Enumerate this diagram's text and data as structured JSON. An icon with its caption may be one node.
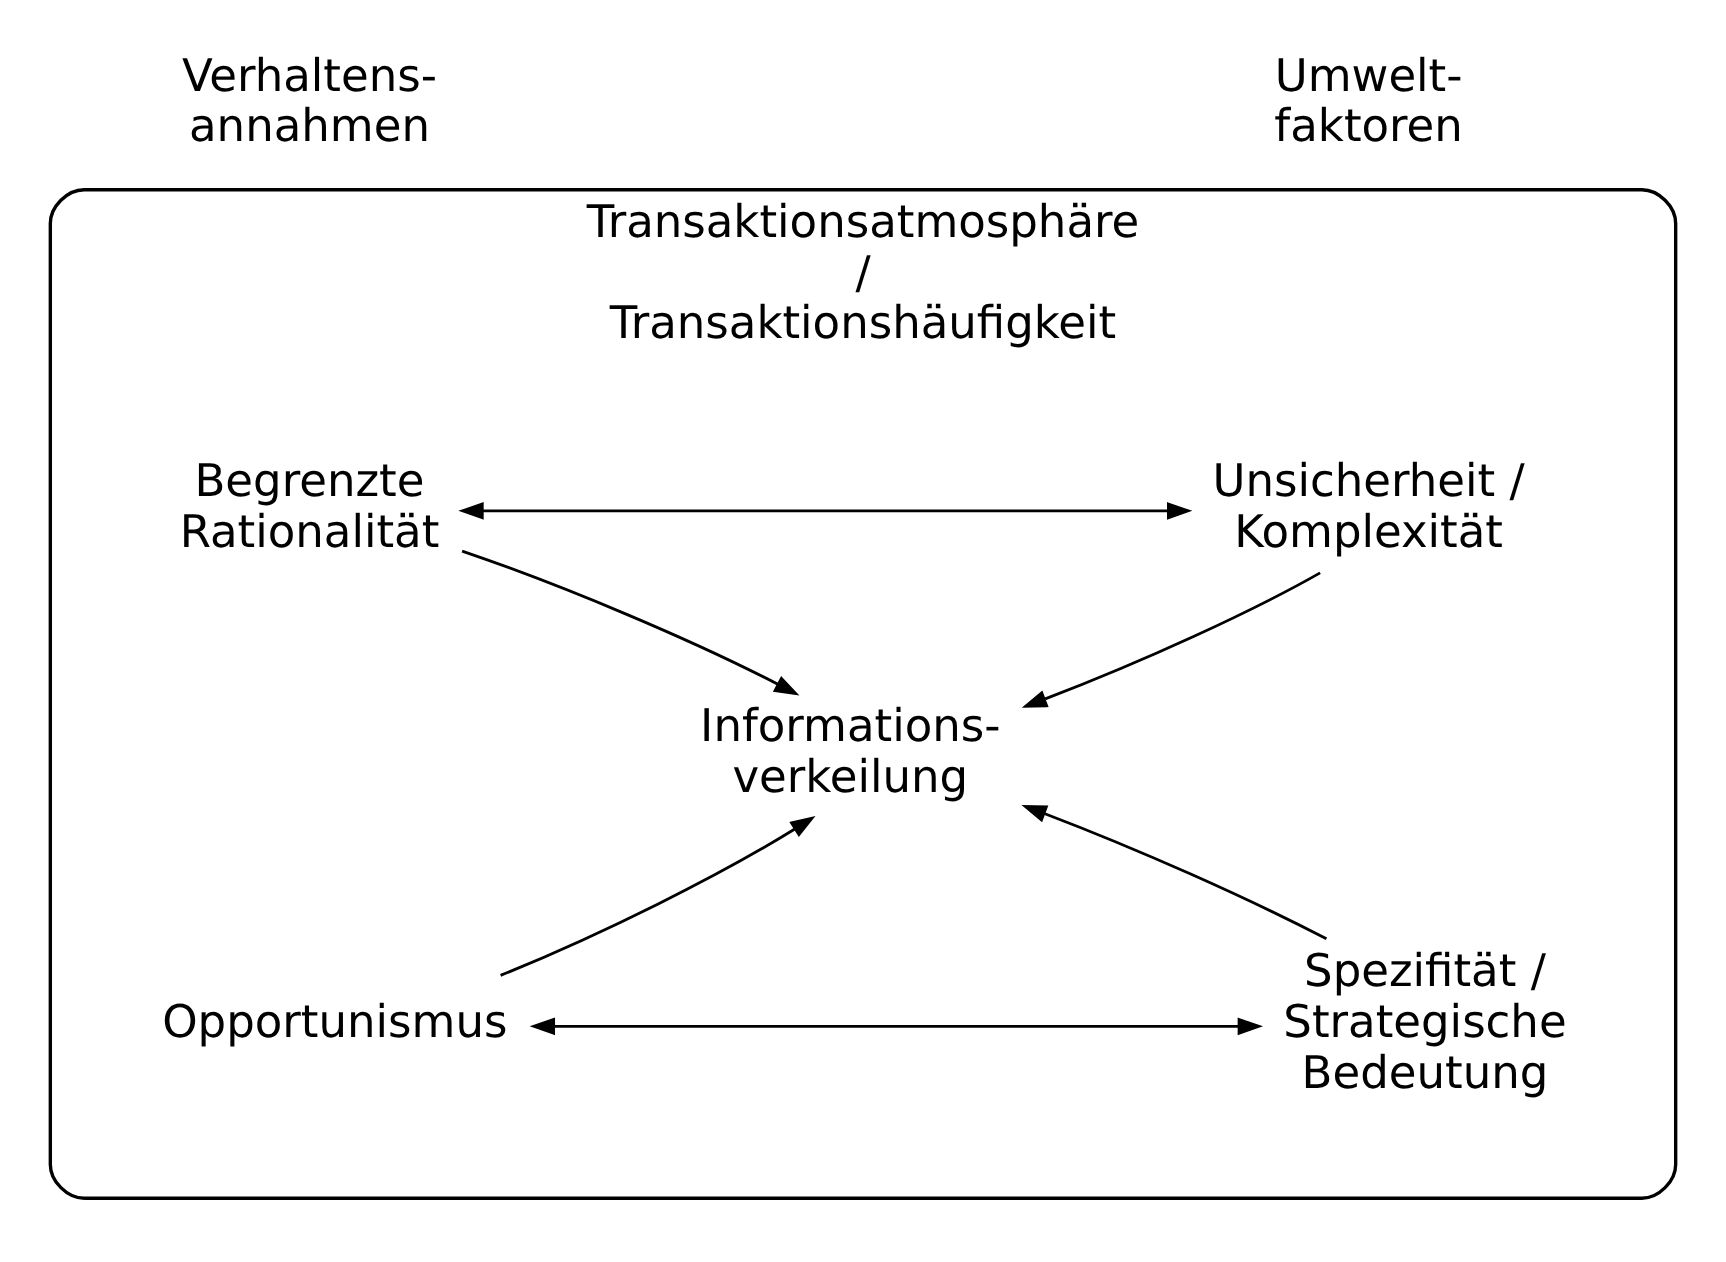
{
  "diagram": {
    "nodes": [
      {
        "text": [
          "Transaktionsatmosphäre / Transaktionshäufigkeit"
        ]
      },
      {
        "text": [
          "Begrenzte Rationalität"
        ],
        "in": 0
      },
      {
        "text": [
          "Unsicherheit / Komplexität"
        ],
        "in": 0
      },
      {
        "text": [
          "Informations- verkeilung"
        ],
        "in": 0
      },
      {
        "text": [
          "Opportunismus"
        ],
        "in": 0
      },
      {
        "text": [
          "Spezifität / Strategische Bedeutung"
        ],
        "in": 0
      }
    ],
    "edges": [
      {
        "from": 1,
        "to": 2,
        "arrow": "both"
      },
      {
        "from": 1,
        "to": 3,
        "arrow": "to"
      },
      {
        "from": 2,
        "to": 3,
        "arrow": "to"
      },
      {
        "from": 4,
        "to": 3,
        "arrow": "to"
      },
      {
        "from": 5,
        "to": 3,
        "arrow": "to"
      },
      {
        "from": 4,
        "to": 5,
        "arrow": "both"
      }
    ],
    "labels": [
      "Verhaltens- annahmen",
      "Umwelt- faktoren"
    ]
  }
}
